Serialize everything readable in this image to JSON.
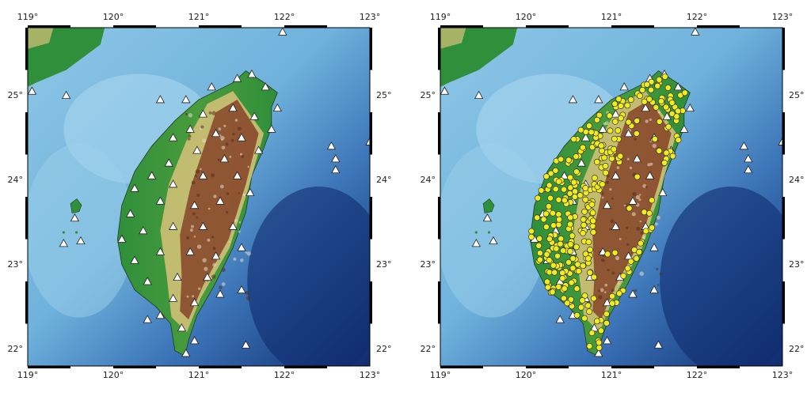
{
  "maps": [
    {
      "id": "left",
      "overlay": "stations",
      "lon_labels": [
        "119°",
        "120°",
        "121°",
        "122°",
        "123°"
      ],
      "lat_labels": [
        "22°",
        "23°",
        "24°",
        "25°"
      ]
    },
    {
      "id": "right",
      "overlay": "stations+sites",
      "lon_labels": [
        "119°",
        "120°",
        "121°",
        "122°",
        "123°"
      ],
      "lat_labels": [
        "22°",
        "23°",
        "24°",
        "25°"
      ]
    }
  ],
  "extent": {
    "lon": [
      119,
      123
    ],
    "lat": [
      21.8,
      25.8
    ]
  },
  "colors": {
    "deep_sea": "#0f2c6e",
    "shelf_sea": "#8ec7e6",
    "lowland": "#2f8f3a",
    "hills": "#d8c27a",
    "mountains": "#8a4a2c",
    "station_marker": "#ffffff",
    "site_marker": "#f2ec1c"
  }
}
